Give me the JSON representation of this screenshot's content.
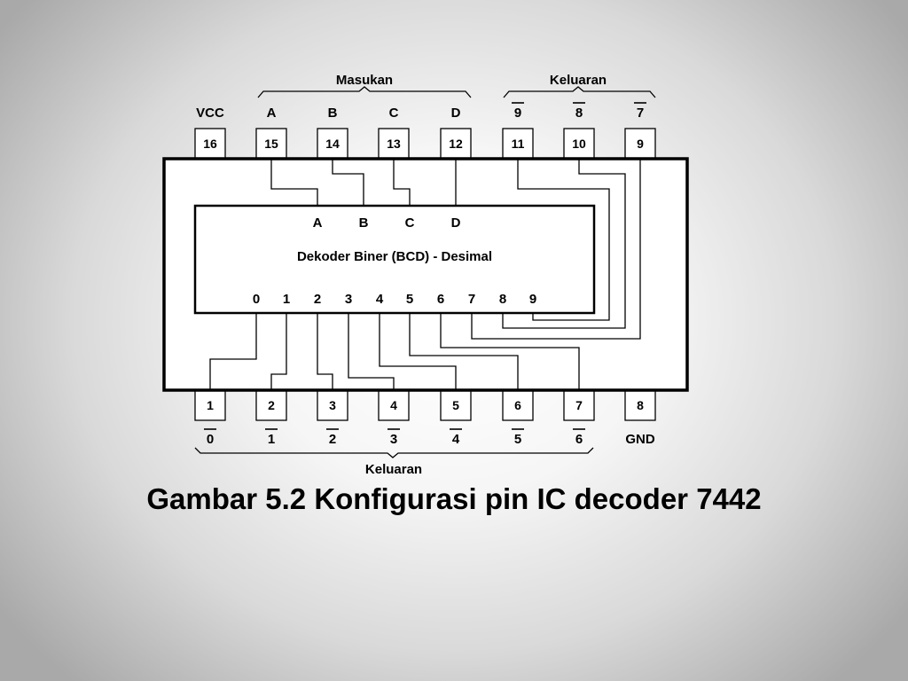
{
  "labels": {
    "masukan": "Masukan",
    "keluaran_top": "Keluaran",
    "keluaran_bottom": "Keluaran",
    "chip_title": "Dekoder Biner (BCD) - Desimal"
  },
  "top_signals": [
    {
      "text": "VCC",
      "bar": false
    },
    {
      "text": "A",
      "bar": false
    },
    {
      "text": "B",
      "bar": false
    },
    {
      "text": "C",
      "bar": false
    },
    {
      "text": "D",
      "bar": false
    },
    {
      "text": "9",
      "bar": true
    },
    {
      "text": "8",
      "bar": true
    },
    {
      "text": "7",
      "bar": true
    }
  ],
  "top_pins": [
    "16",
    "15",
    "14",
    "13",
    "12",
    "11",
    "10",
    "9"
  ],
  "bottom_pins": [
    "1",
    "2",
    "3",
    "4",
    "5",
    "6",
    "7",
    "8"
  ],
  "bottom_signals": [
    {
      "text": "0",
      "bar": true
    },
    {
      "text": "1",
      "bar": true
    },
    {
      "text": "2",
      "bar": true
    },
    {
      "text": "3",
      "bar": true
    },
    {
      "text": "4",
      "bar": true
    },
    {
      "text": "5",
      "bar": true
    },
    {
      "text": "6",
      "bar": true
    },
    {
      "text": "GND",
      "bar": false
    }
  ],
  "inner_inputs": [
    "A",
    "B",
    "C",
    "D"
  ],
  "inner_outputs": [
    "0",
    "1",
    "2",
    "3",
    "4",
    "5",
    "6",
    "7",
    "8",
    "9"
  ],
  "caption": "Gambar 5.2 Konfigurasi pin IC decoder 7442"
}
